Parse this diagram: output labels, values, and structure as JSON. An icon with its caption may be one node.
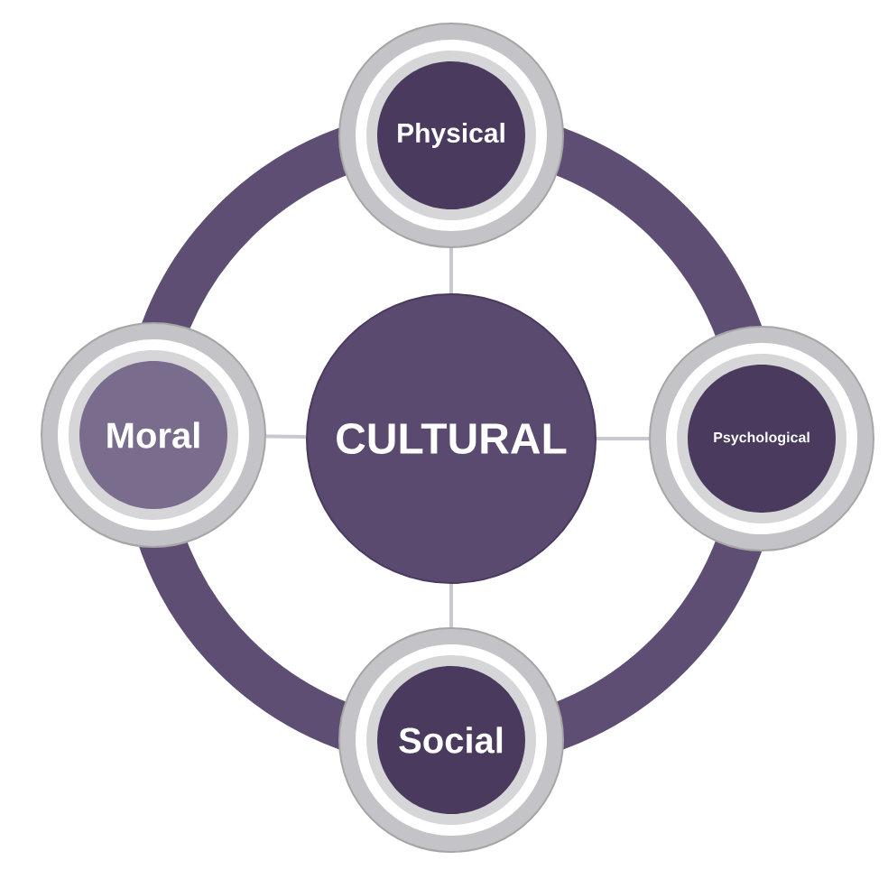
{
  "diagram": {
    "nodes": [
      {
        "text": [
          "Physical"
        ]
      },
      {
        "text": [
          "Moral"
        ]
      },
      {
        "text": [
          "CULTURAL"
        ]
      },
      {
        "text": [
          "Psychological"
        ]
      },
      {
        "text": [
          "Social"
        ]
      }
    ],
    "edges": [
      {
        "from": 2,
        "to": 0,
        "arrow": "none"
      },
      {
        "from": 2,
        "to": 1,
        "arrow": "none"
      },
      {
        "from": 2,
        "to": 3,
        "arrow": "none"
      },
      {
        "from": 2,
        "to": 4,
        "arrow": "none"
      }
    ]
  }
}
